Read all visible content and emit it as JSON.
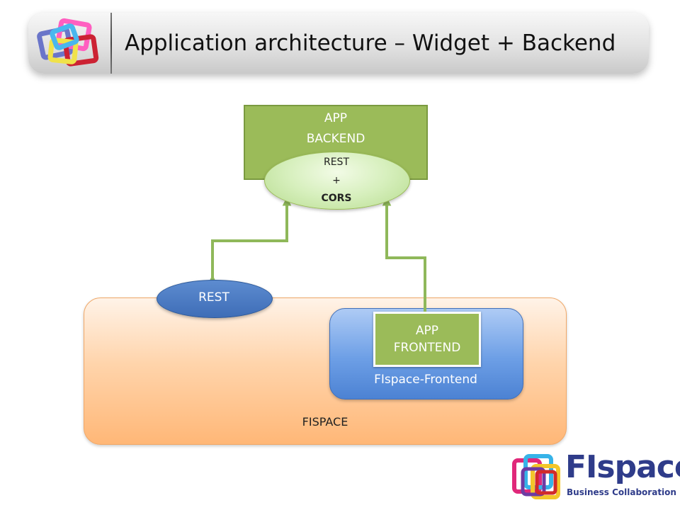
{
  "header": {
    "title": "Application architecture – Widget + Backend"
  },
  "diagram": {
    "backend": {
      "line1": "APP",
      "line2": "BACKEND",
      "interface": {
        "line1": "REST",
        "line2": "+",
        "line3": "CORS"
      }
    },
    "rest_endpoint": {
      "label": "REST"
    },
    "fispace": {
      "label": "FISPACE",
      "frontend": {
        "label": "FIspace-Frontend",
        "app_frontend": {
          "line1": "APP",
          "line2": "FRONTEND"
        }
      }
    },
    "colors": {
      "green": "#9bbb59",
      "blue": "#4f81bd",
      "orange": "#ffb777"
    }
  },
  "brand": {
    "name": "FIspace",
    "tagline": "Business Collaboration"
  }
}
